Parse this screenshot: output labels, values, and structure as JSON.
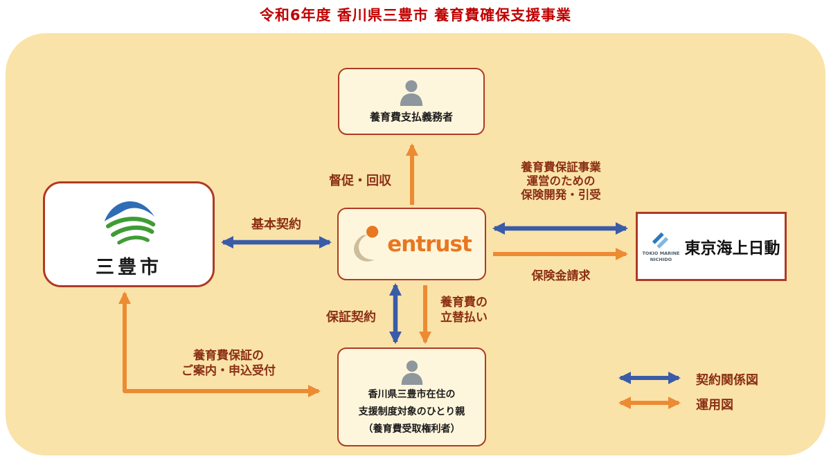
{
  "title": "令和6年度 香川県三豊市 養育費確保支援事業",
  "colors": {
    "title_red": "#C00000",
    "canvas_background": "#FAE3A9",
    "box_border_red": "#AE3A23",
    "box_cream": "#FEF6DC",
    "arrow_blue": "#3A5CA8",
    "arrow_orange": "#EC8B33",
    "label_text": "#8A2F14",
    "entrust_orange": "#E87722"
  },
  "nodes": {
    "obligor": {
      "label": "養育費支払義務者"
    },
    "mitoyo": {
      "label": "三豊市"
    },
    "entrust": {
      "logo_text": "entrust"
    },
    "tokio_marine": {
      "logo_caption_1": "TOKIO MARINE",
      "logo_caption_2": "NICHIDO",
      "label": "東京海上日動"
    },
    "single_parent": {
      "line1": "香川県三豊市在住の",
      "line2": "支援制度対象のひとり親",
      "line3": "（養育費受取権利者）"
    }
  },
  "arrows": {
    "basic_contract": {
      "label": "基本契約"
    },
    "collection": {
      "label": "督促・回収"
    },
    "insurance_development": {
      "line1": "養育費保証事業",
      "line2": "運営のための",
      "line3": "保険開発・引受"
    },
    "insurance_claim": {
      "label": "保険金請求"
    },
    "guarantee_contract": {
      "label": "保証契約"
    },
    "advance_payment": {
      "line1": "養育費の",
      "line2": "立替払い"
    },
    "application": {
      "line1": "養育費保証の",
      "line2": "ご案内・申込受付"
    }
  },
  "legend": {
    "contract": "契約関係図",
    "operation": "運用図"
  }
}
